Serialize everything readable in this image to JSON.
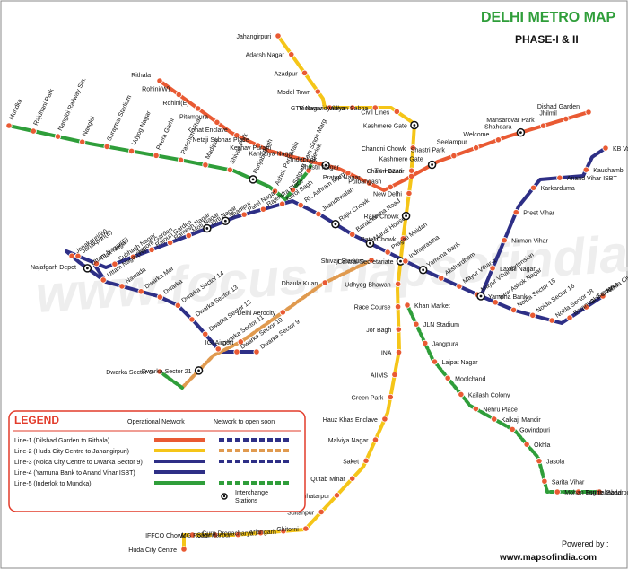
{
  "title": "DELHI METRO MAP",
  "subtitle": "PHASE-I & II",
  "watermark": "www.focus.mapsofindia.com",
  "colors": {
    "line1": "#e95a33",
    "line2": "#f5c518",
    "line3": "#2e2f86",
    "line4": "#2e2f86",
    "line5": "#2f9e3a",
    "soon_line2": "#f5c518",
    "soon_orange": "#e09a4f",
    "soon_line3": "#2e2f86",
    "soon_line5": "#2f9e3a",
    "title": "#2f9e3a",
    "legend_border": "#e23b2a",
    "station_fill": "#e95a33"
  },
  "legend": {
    "heading": "LEGEND",
    "operational_label": "Operational Network",
    "soon_label": "Network to open soon",
    "interchange_label": "Interchange\nStations",
    "lines": [
      "Line-1 (Dilshad Garden to Rithala)",
      "Line-2 (Huda City Centre to Jahangirpuri)",
      "Line-3 (Noida City Centre to Dwarka Sector 9)",
      "Line-4 (Yamuna Bank to Anand Vihar ISBT)",
      "Line-5 (Inderlok to Mundka)"
    ]
  },
  "footer": {
    "powered_by": "Powered by :",
    "site": "www.mapsofindia.com"
  },
  "stations": {
    "line1": [
      "Rithala",
      "Rohini(W)",
      "Rohini(E)",
      "Pitampura",
      "Kohat Enclave",
      "Netaji Subhas Place",
      "Keshav Puram",
      "Kanhaiya Nagar",
      "Inder Lok",
      "Shastri Nagar",
      "Pratap Nagar",
      "Pulbangash",
      "Tis Hazari",
      "Kashmere Gate",
      "Shastri Park",
      "Seelampur",
      "Welcome",
      "Shahdara",
      "Mansarovar Park",
      "Jhilmil",
      "Dishad Garden"
    ],
    "line2": [
      "Jahangirpuri",
      "Adarsh Nagar",
      "Azadpur",
      "Model Town",
      "GTB Nagar",
      "Vishwavidyalaya",
      "Vidhan Sabha",
      "Civil Lines",
      "Kashmere Gate",
      "Chandni Chowk",
      "Chawri Bazar",
      "New Delhi",
      "Rajiv Chowk",
      "Patel Chowk",
      "Central Secretariate",
      "Udhyog Bhawan",
      "Race Course",
      "Jor Bagh",
      "INA",
      "AIIMS",
      "Green Park",
      "Hauz Khas Enclave",
      "Malviya Nagar",
      "Saket",
      "Qutab Minar",
      "Chhatarpur",
      "Sultanpur",
      "Ghitorni",
      "Arjangarh",
      "Guru Dronacharya",
      "Sikandarpur",
      "MG Road",
      "IFFCO Chowk",
      "Huda City Centre"
    ],
    "line3": [
      "Dwarka Sector 9",
      "Dwarka Sector 10",
      "Dwarka Sector 11",
      "Dwarka Sector 12",
      "Dwarka Sector 13",
      "Dwarka Sector 14",
      "Dwarka",
      "Dwarka Mor",
      "Nawada",
      "Uttam Nagar(W)",
      "Uttam Nagar(E)",
      "Janakpuri(W)",
      "Janakpuri(E)",
      "Tilak Nagar",
      "Subhash Nagar",
      "Tagore Garden",
      "Rajouri Garden",
      "Ramesh Nagar",
      "Moti Nagar",
      "Kirti Nagar",
      "Shadipur",
      "Patel Nagar",
      "Rajendra Place",
      "Karol Bagh",
      "RK Ashram Marg",
      "Jhandewalan",
      "Rajiv Chowk",
      "Barakhamba Road",
      "Mandi House",
      "Pragati Maidan",
      "Indraprastha",
      "Yamuna Bank",
      "Akshardham",
      "Mayur Vihar-1",
      "Mayur Vihar Extension",
      "New Ashok Nagar",
      "Noida Sector 15",
      "Noida Sector 16",
      "Noida Sector 18",
      "Botanical Garden",
      "Golf Course",
      "Noida City Centre"
    ],
    "line4": [
      "Yamuna Bank",
      "Laxmi Nagar",
      "Nirman Vihar",
      "Preet Vihar",
      "Karkarduma",
      "Anand Vihar ISBT",
      "Kaushambi",
      "KB Vaishali"
    ],
    "line5": [
      "Mundka",
      "Rajdhani Park",
      "Nangloi Railway Stn.",
      "Nangloi",
      "Surajmal Stadium",
      "Udyog Nagar",
      "Peera Garhi",
      "Paschim Vihar",
      "Madipur",
      "Shivaji Park",
      "Punjabi Bagh",
      "Ashok Park Main",
      "Satguru Ram Singh Marg",
      "Inderlok"
    ],
    "airport": [
      "Shivaji Stadium",
      "Dhaula Kuan",
      "Delhi Aerocity",
      "IGI Airport",
      "Dwarka Sector 21",
      "Dwarka Sector 8"
    ],
    "badarpur": [
      "Khan Market",
      "JLN Stadium",
      "Jangpura",
      "Lajpat Nagar",
      "Moolchand",
      "Kailash Colony",
      "Nehru Place",
      "Kalkaji Mandir",
      "Govindpuri",
      "Okhla",
      "Jasola",
      "Sarita Vihar",
      "Mohan Estate",
      "Tughlakabad",
      "Badarpur"
    ],
    "extra_labels": [
      "Najafgarh Depot"
    ]
  }
}
